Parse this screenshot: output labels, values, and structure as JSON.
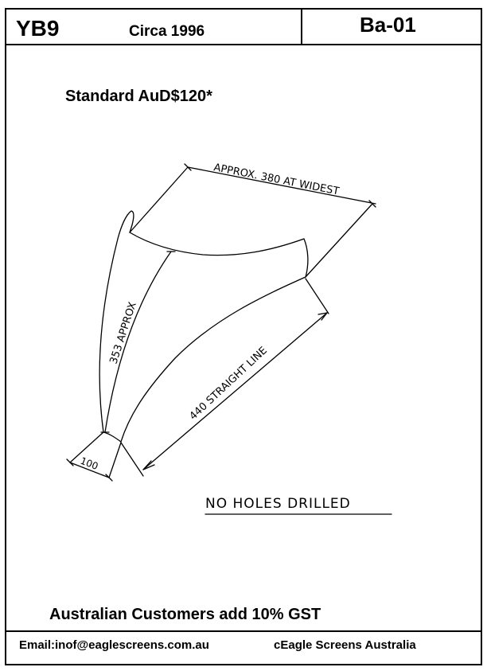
{
  "header": {
    "model": "YB9",
    "circa": "Circa 1996",
    "code": "Ba-01"
  },
  "price_label": "Standard AuD$120*",
  "drawing": {
    "top_dimension": "APPROX. 380 AT WIDEST",
    "side_dimension": "353 APPROX",
    "straight_dimension": "440 STRAIGHT LINE",
    "base_dimension": "100",
    "note": "NO HOLES DRILLED"
  },
  "gst_note": "Australian Customers add 10% GST",
  "footer": {
    "email": "Email:inof@eaglescreens.com.au",
    "company": "cEagle Screens Australia"
  }
}
